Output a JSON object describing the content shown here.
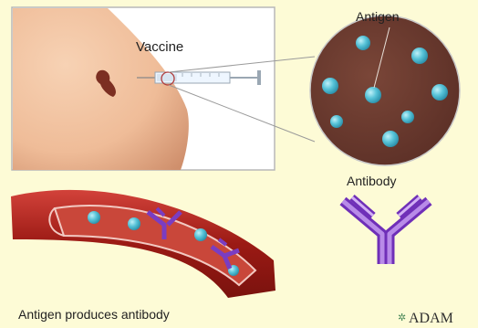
{
  "labels": {
    "vaccine": "Vaccine",
    "antigen": "Antigen",
    "antibody": "Antibody",
    "caption": "Antigen produces antibody",
    "brand": "ADAM"
  },
  "colors": {
    "background": "#fdfbd6",
    "skin": "#f0bf9c",
    "skin_shadow": "#d69a77",
    "bruise": "#7c2f22",
    "antigen_fill": "#53c2d6",
    "circle_fill": "#6a3a2f",
    "vessel": "#a3201a",
    "vessel_inner": "#c44a3d",
    "antibody": "#8b46c9",
    "antibody_light": "#c69af0"
  },
  "icons": {
    "syringe": "syringe-icon",
    "antibody": "antibody-icon",
    "brand_mark": "adam-star-icon"
  }
}
